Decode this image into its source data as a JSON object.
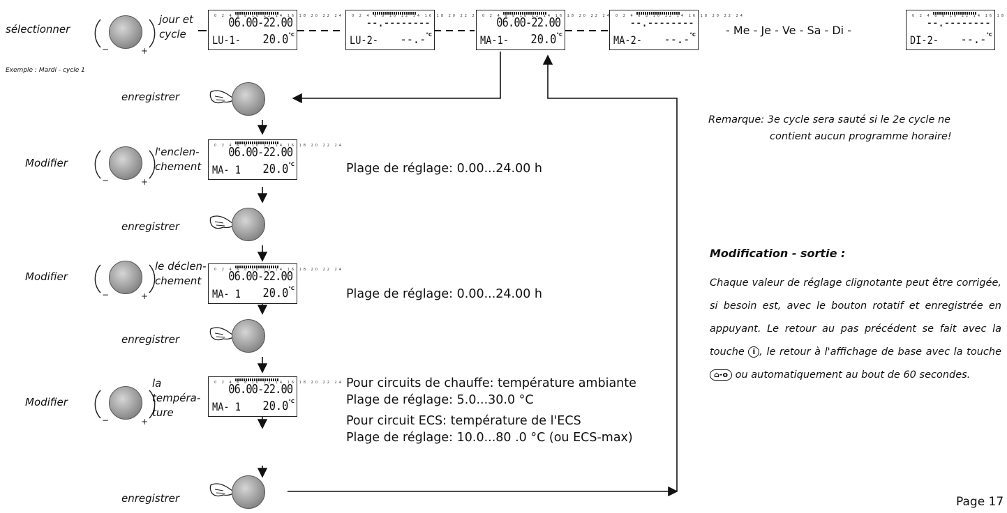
{
  "labels": {
    "select": "sélectionner",
    "day_cycle": [
      "jour et",
      "cycle"
    ],
    "example": "Exemple : Mardi - cycle 1",
    "save": "enregistrer",
    "modify": "Modifier",
    "on_time": [
      "l'enclen-",
      "chement"
    ],
    "off_time": [
      "le déclen-",
      "chement"
    ],
    "temperature": [
      "la",
      "tempéra-",
      "ture"
    ],
    "plus": "+",
    "minus": "−"
  },
  "lcd": {
    "time": "06.00-22.00",
    "time_empty": "--.--------",
    "temp": "20.0",
    "temp_empty": "--.-",
    "deg": "°C",
    "scale": "0 2 4 6 8 10 12 14 16 18 20 22 24",
    "days_top": [
      "LU-1-",
      "LU-2-",
      "MA-1-",
      "MA-2-",
      "DI-2-"
    ],
    "day_ma1": "MA- 1"
  },
  "week_sequence": "- Me - Je - Ve - Sa - Di -",
  "ranges": {
    "on": "Plage de réglage:  0.00...24.00 h",
    "off": "Plage de réglage:  0.00...24.00 h",
    "heat_title": "Pour circuits de chauffe: température ambiante",
    "heat_range": "Plage de réglage: 5.0...30.0 °C",
    "ecs_title": "Pour circuit ECS: température de l'ECS",
    "ecs_range": "Plage de réglage: 10.0...80 .0 °C (ou ECS-max)"
  },
  "note": {
    "label": "Remarque:",
    "line1": "3e cycle sera sauté si le 2e cycle ne",
    "line2": "contient aucun programme horaire!"
  },
  "mod_exit": {
    "title": "Modification - sortie :",
    "text1": "Chaque valeur de réglage clignotante peut être corrigée, si besoin est, avec le bouton rotatif et enregistrée en appuyant. Le retour au pas précédent se fait avec la touche",
    "key_info": "i",
    "text2": ", le retour à l'affichage de base avec la touche",
    "key_home": "⌂-o",
    "text3": "ou automatiquement au bout de 60 secondes."
  },
  "page": "Page 17"
}
